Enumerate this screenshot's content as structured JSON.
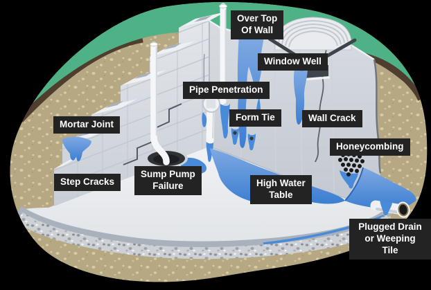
{
  "diagram": {
    "kind": "basement-foundation-water-leak-cutaway",
    "labels": [
      {
        "id": "over-top-of-wall",
        "text": "Over Top\nOf Wall"
      },
      {
        "id": "window-well",
        "text": "Window Well"
      },
      {
        "id": "pipe-penetration",
        "text": "Pipe Penetration"
      },
      {
        "id": "form-tie",
        "text": "Form Tie"
      },
      {
        "id": "wall-crack",
        "text": "Wall Crack"
      },
      {
        "id": "mortar-joint",
        "text": "Mortar Joint"
      },
      {
        "id": "honeycombing",
        "text": "Honeycombing"
      },
      {
        "id": "sump-pump-failure",
        "text": "Sump Pump\nFailure"
      },
      {
        "id": "step-cracks",
        "text": "Step Cracks"
      },
      {
        "id": "high-water-table",
        "text": "High Water\nTable"
      },
      {
        "id": "plugged-drain-or-weeping-tile",
        "text": "Plugged Drain\nor Weeping Tile"
      }
    ],
    "colors": {
      "background": "#000000",
      "grass": "#4fb287",
      "topsoil": "#4f3d2d",
      "soil": "#b7a884",
      "soil_speckle": "#d7cba4",
      "wall_light": "#dfe2e7",
      "wall_dark": "#c6ccd4",
      "floor": "#eef0f3",
      "slab_edge": "#a9b2bc",
      "gravel": "#cdd0d4",
      "water": "#4a8bd9",
      "water_dark": "#2d66b5",
      "pipe": "#f5f6f8",
      "sump_pit": "#303336",
      "label_bg": "#232323",
      "label_text": "#ffffff"
    }
  }
}
